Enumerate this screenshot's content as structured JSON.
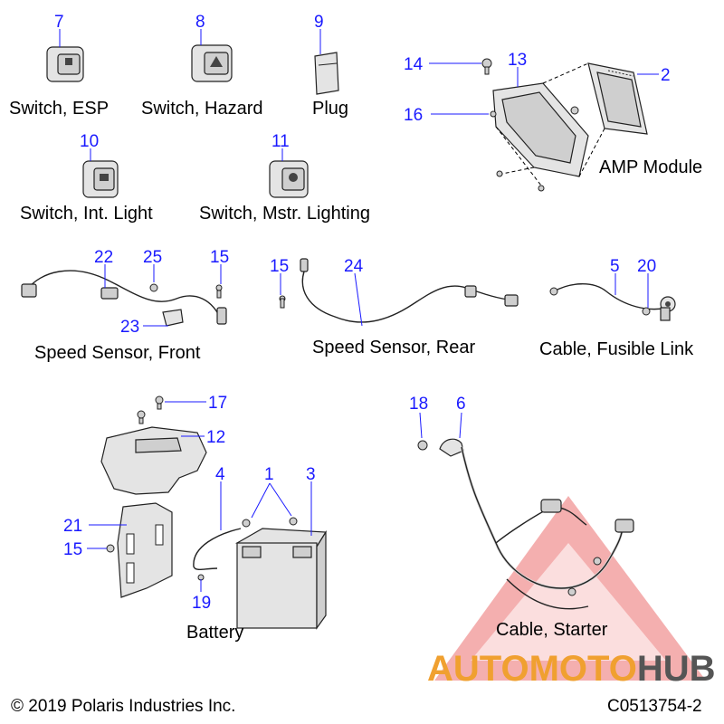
{
  "callouts": {
    "c7": "7",
    "c8": "8",
    "c9": "9",
    "c10": "10",
    "c11": "11",
    "c14": "14",
    "c13": "13",
    "c2": "2",
    "c16": "16",
    "c22": "22",
    "c25": "25",
    "c15a": "15",
    "c23": "23",
    "c15b": "15",
    "c24": "24",
    "c5": "5",
    "c20": "20",
    "c17": "17",
    "c12": "12",
    "c4": "4",
    "c1": "1",
    "c3": "3",
    "c21": "21",
    "c15c": "15",
    "c19": "19",
    "c18": "18",
    "c6": "6"
  },
  "labels": {
    "switch_esp": "Switch, ESP",
    "switch_hazard": "Switch, Hazard",
    "plug": "Plug",
    "switch_int_light": "Switch, Int. Light",
    "switch_mstr_lighting": "Switch, Mstr. Lighting",
    "amp_module": "AMP Module",
    "speed_sensor_front": "Speed Sensor, Front",
    "speed_sensor_rear": "Speed Sensor, Rear",
    "cable_fusible_link": "Cable, Fusible Link",
    "battery": "Battery",
    "cable_starter": "Cable, Starter"
  },
  "footer": {
    "copyright": "© 2019 Polaris Industries Inc.",
    "diagram_id": "C0513754-2"
  },
  "watermark": {
    "part1": "AUTOMOTO",
    "part2": "HUB",
    "color_accent": "#f0a030",
    "color_triangle": "#e04040"
  },
  "colors": {
    "callout": "#1a1aff"
  }
}
